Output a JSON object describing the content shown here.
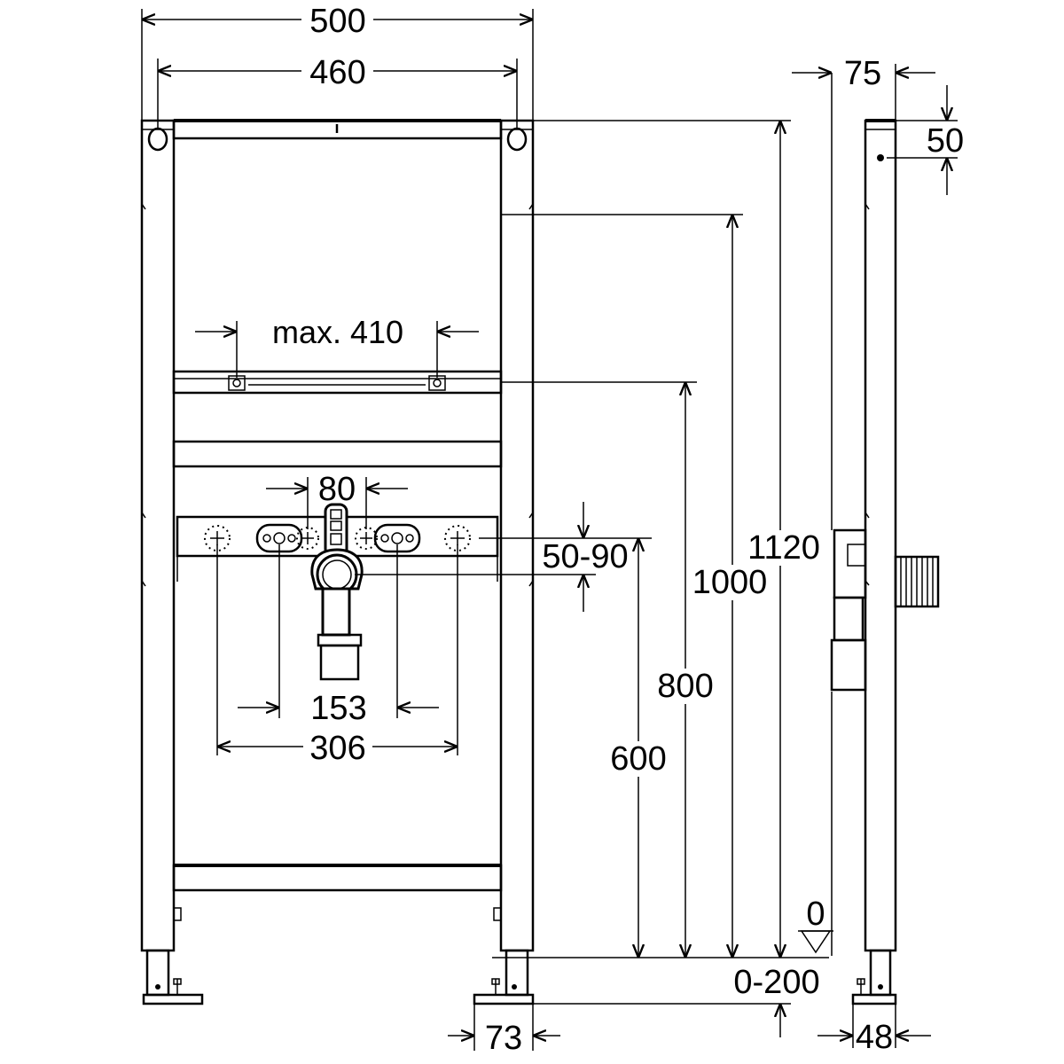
{
  "front_view": {
    "total_width": "500",
    "hole_spacing": "460",
    "crossbar_width": "max. 410",
    "drain_spacing": "80",
    "drain_offset_range": "50-90",
    "fixing_spacing_inner": "153",
    "fixing_spacing_outer": "306",
    "foot_width": "73"
  },
  "heights": {
    "h600": "600",
    "h800": "800",
    "h1000": "1000",
    "h1120": "1120",
    "floor_level": "0",
    "adjust_range": "0-200"
  },
  "side_view": {
    "depth": "75",
    "top_offset": "50",
    "foot_depth": "48"
  }
}
